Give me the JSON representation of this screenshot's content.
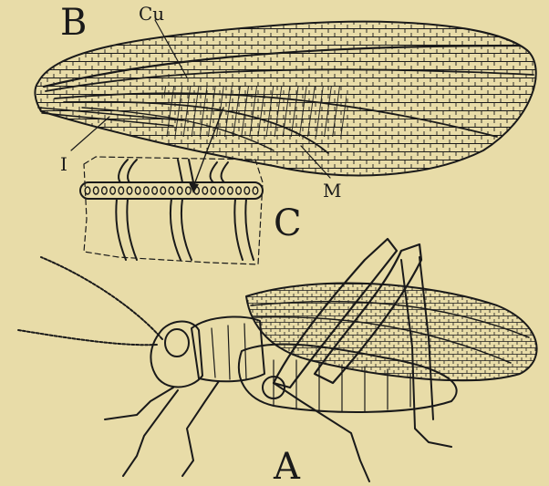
{
  "figure": {
    "background": "#e8dca8",
    "ink": "#1a1a1a",
    "panels": {
      "a": "A",
      "b": "B",
      "c": "C"
    },
    "vein_labels": {
      "cu": "Cu",
      "i": "I",
      "m": "M"
    }
  }
}
